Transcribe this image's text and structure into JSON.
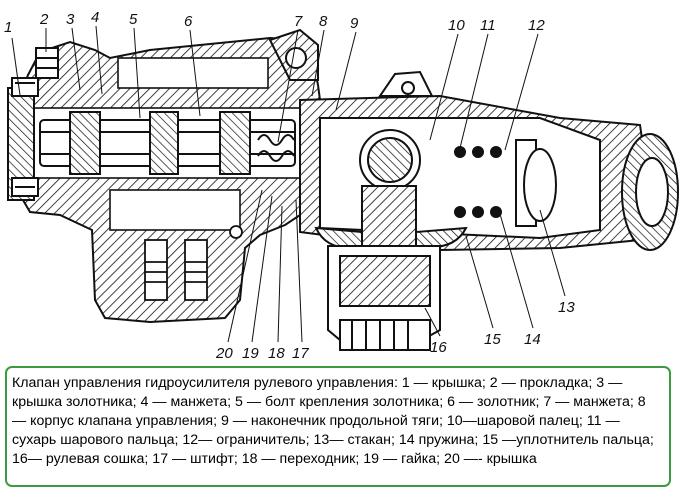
{
  "callouts": {
    "n1": "1",
    "n2": "2",
    "n3": "3",
    "n4": "4",
    "n5": "5",
    "n6": "6",
    "n7": "7",
    "n8": "8",
    "n9": "9",
    "n10": "10",
    "n11": "11",
    "n12": "12",
    "n13": "13",
    "n14": "14",
    "n15": "15",
    "n16": "16",
    "n17": "17",
    "n18": "18",
    "n19": "19",
    "n20": "20"
  },
  "caption": "Клапан управления гидроусилителя рулевого управления: 1 — крышка; 2 — прокладка; 3 — крышка золотника; 4 — манжета; 5 — болт крепления золотника; 6 — золотник; 7 — манжета; 8 — корпус клапана управления; 9 — наконечник продольной тяги; 10—шаровой палец; 11 — сухарь шарового пальца; 12— ограничитель; 13— стакан; 14 пружина; 15 —уплотнитель пальца; 16— рулевая сошка; 17 — штифт; 18 — переходник; 19 — гайка; 20 —- крышка",
  "colors": {
    "caption_border": "#3d9a3d",
    "ink": "#111111"
  }
}
